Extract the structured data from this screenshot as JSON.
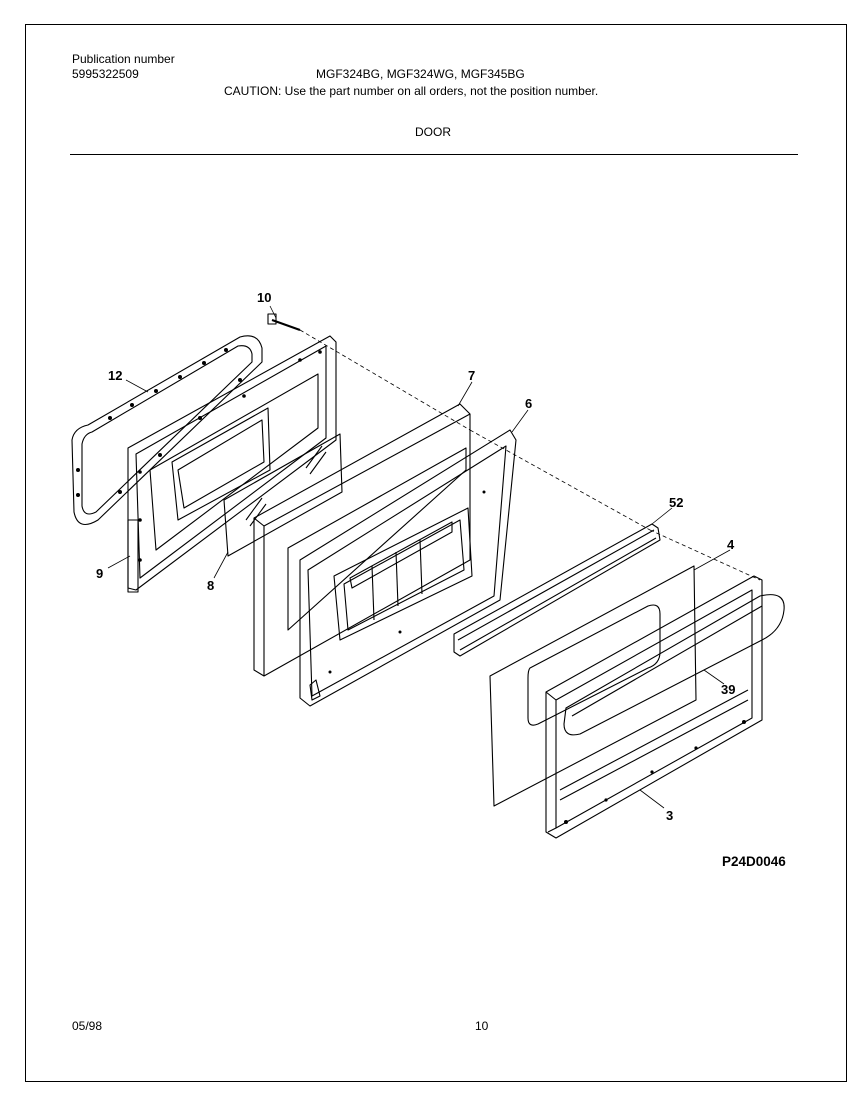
{
  "header": {
    "publication_label": "Publication number",
    "publication_number": "5995322509",
    "models": "MGF324BG,  MGF324WG,  MGF345BG",
    "caution": "CAUTION:  Use the part number on all orders, not the position number.",
    "section_title": "DOOR"
  },
  "callouts": {
    "c10": "10",
    "c12": "12",
    "c7": "7",
    "c6": "6",
    "c52": "52",
    "c4": "4",
    "c9": "9",
    "c8": "8",
    "c39": "39",
    "c3": "3"
  },
  "drawing_number": "P24D0046",
  "footer": {
    "date": "05/98",
    "page": "10"
  }
}
